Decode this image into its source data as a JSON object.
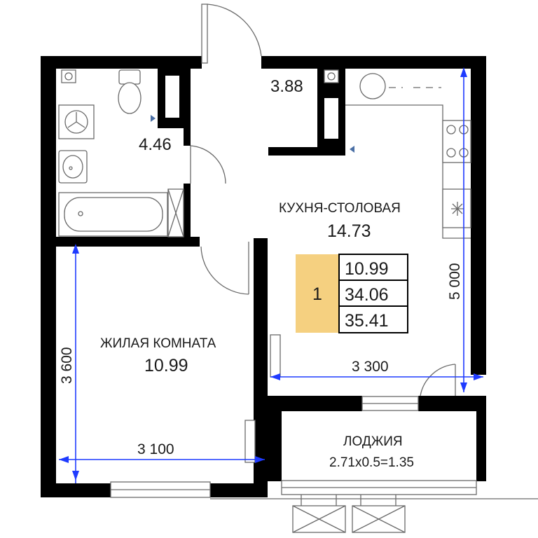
{
  "rooms": {
    "bathroom": {
      "area": "4.46"
    },
    "hallway": {
      "area": "3.88"
    },
    "kitchen": {
      "name": "КУХНЯ-СТОЛОВАЯ",
      "area": "14.73"
    },
    "living": {
      "name": "ЖИЛАЯ КОМНАТА",
      "area": "10.99"
    },
    "loggia": {
      "name": "ЛОДЖИЯ",
      "formula": "2.71x0.5=1.35"
    }
  },
  "summary": {
    "rooms_count": "1",
    "living_area": "10.99",
    "total_area": "34.06",
    "total_with_loggia": "35.41",
    "badge_color": "#f5d080"
  },
  "dimensions": {
    "living_height": "3 600",
    "living_width": "3 100",
    "kitchen_width": "3 300",
    "kitchen_height": "5 000"
  },
  "colors": {
    "wall": "#000000",
    "dimension_line": "#1f3bff",
    "fixture_stroke": "#6a6a6a"
  }
}
